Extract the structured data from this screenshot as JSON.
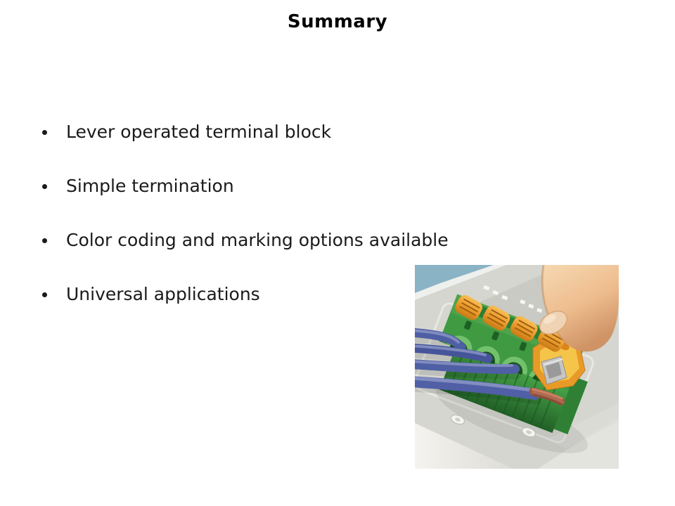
{
  "slide": {
    "title": "Summary",
    "bullets": [
      "Lever operated terminal block",
      "Simple termination",
      "Color coding and marking options available",
      "Universal applications"
    ]
  },
  "figure": {
    "description": "Finger pressing an orange lever on a green terminal block with blue wires mounted on a circuit board",
    "colors": {
      "terminal_green": "#3f9a42",
      "terminal_green_dark": "#215f26",
      "lever_orange": "#ec9d2e",
      "cap_yellow": "#f5c54a",
      "wire_blue": "#4f5fa3",
      "copper": "#b06b52",
      "metal": "#c6c6c6",
      "skin": "#eebd8e",
      "board_gray": "#d5d6d0",
      "corner_blue": "#8ab3c6"
    }
  },
  "page": {
    "background": "#ffffff",
    "text_color": "#1a1a1a"
  }
}
